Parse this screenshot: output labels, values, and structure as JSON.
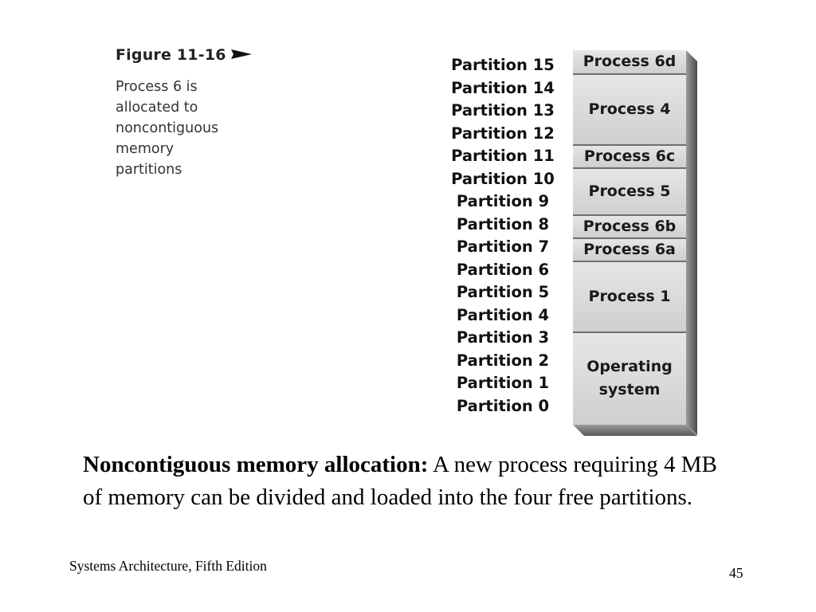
{
  "figure": {
    "label": "Figure 11-16",
    "description": "Process 6 is\nallocated to\nnoncontiguous\nmemory\npartitions"
  },
  "partitions": [
    "Partition 15",
    "Partition 14",
    "Partition 13",
    "Partition 12",
    "Partition 11",
    "Partition 10",
    "Partition 9",
    "Partition 8",
    "Partition 7",
    "Partition 6",
    "Partition 5",
    "Partition 4",
    "Partition 3",
    "Partition 2",
    "Partition 1",
    "Partition 0"
  ],
  "memory_segments": [
    {
      "label": "Process 6d",
      "partitions": 1
    },
    {
      "label": "Process 4",
      "partitions": 3
    },
    {
      "label": "Process 6c",
      "partitions": 1
    },
    {
      "label": "Process 5",
      "partitions": 2
    },
    {
      "label": "Process 6b",
      "partitions": 1
    },
    {
      "label": "Process 6a",
      "partitions": 1
    },
    {
      "label": "Process 1",
      "partitions": 3
    },
    {
      "label": "Operating\nsystem",
      "partitions": 4
    }
  ],
  "slide": {
    "bold_text": "Noncontiguous memory allocation:",
    "body_text": " A new process requiring 4 MB of memory can be divided and loaded into the four free partitions."
  },
  "footer": {
    "book": "Systems Architecture, Fifth Edition",
    "page_number": "45"
  }
}
